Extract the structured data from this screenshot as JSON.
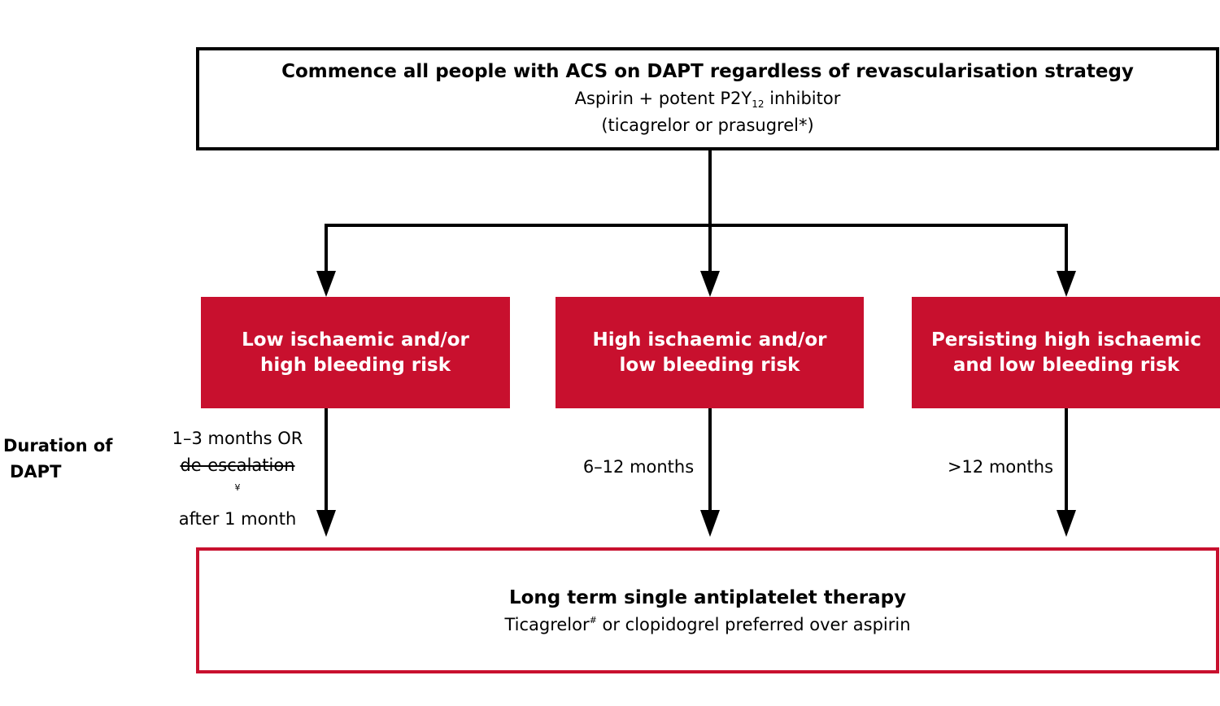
{
  "top_box": {
    "title": "Commence all people with ACS on DAPT regardless of revascularisation strategy",
    "line2_pre": "Aspirin + potent P2Y",
    "line2_sub": "12",
    "line2_post": " inhibitor",
    "line3": "(ticagrelor or prasugrel*)"
  },
  "risk_boxes": [
    {
      "line1": "Low ischaemic and/or",
      "line2": "high bleeding risk"
    },
    {
      "line1": "High ischaemic and/or",
      "line2": "low bleeding risk"
    },
    {
      "line1": "Persisting high ischaemic",
      "line2": "and low bleeding risk"
    }
  ],
  "duration_label": {
    "line1": "Duration of",
    "line2": "DAPT"
  },
  "durations": {
    "low": {
      "line1": "1–3 months OR",
      "line2_word": "de-escalation",
      "line2_sup": "¥",
      "line3": "after 1 month"
    },
    "high": "6–12 months",
    "persist": ">12 months"
  },
  "bottom_box": {
    "title": "Long term single antiplatelet therapy",
    "line2_pre": "Ticagrelor",
    "line2_sup": "#",
    "line2_post": " or clopidogrel preferred over aspirin"
  },
  "colors": {
    "accent_red": "#c8102e",
    "border_black": "#000000"
  }
}
